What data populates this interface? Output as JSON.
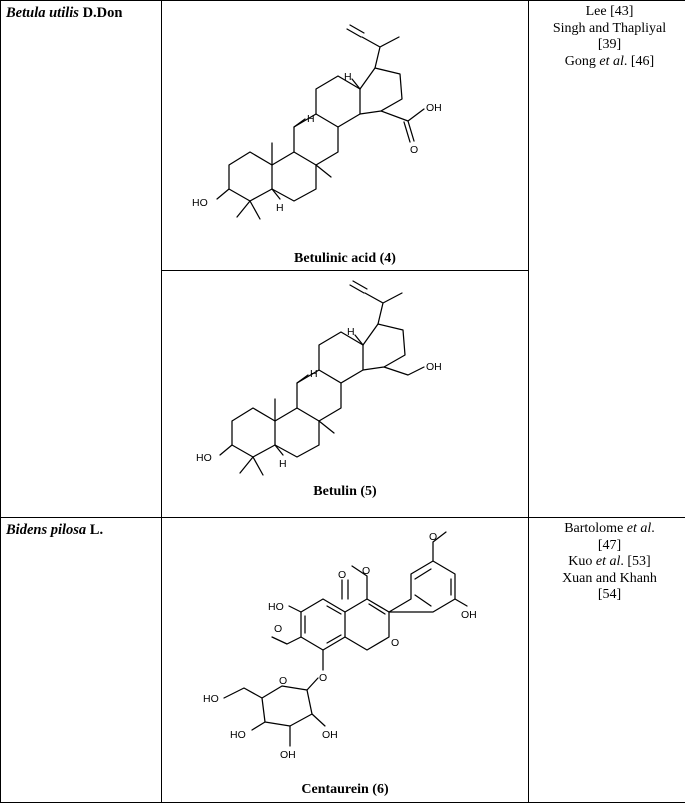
{
  "rows": [
    {
      "plant": {
        "genus": "Betula utilis",
        "author": "D.Don"
      },
      "references": [
        {
          "text": "Lee [43]"
        },
        {
          "text": "Singh and Thapliyal"
        },
        {
          "text": "[39]"
        },
        {
          "pre": "Gong ",
          "etal": "et al",
          "post": ". [46]"
        }
      ],
      "compounds": [
        {
          "name": "Betulinic acid (4)",
          "substituent": "OH",
          "labels": {
            "ho": "HO",
            "h": "H",
            "o": "O"
          }
        },
        {
          "name": "Betulin (5)",
          "substituent": "OH",
          "labels": {
            "ho": "HO",
            "h": "H"
          }
        }
      ]
    },
    {
      "plant": {
        "genus": "Bidens pilosa",
        "author": "L."
      },
      "references": [
        {
          "pre": "Bartolome ",
          "etal": "et al",
          "post": "."
        },
        {
          "text": "[47]"
        },
        {
          "pre": "Kuo ",
          "etal": "et al",
          "post": ". [53]"
        },
        {
          "text": "Xuan and Khanh"
        },
        {
          "text": "[54]"
        }
      ],
      "compounds": [
        {
          "name": "Centaurein (6)",
          "labels": {
            "ho": "HO",
            "oh": "OH",
            "o": "O"
          }
        }
      ]
    }
  ]
}
